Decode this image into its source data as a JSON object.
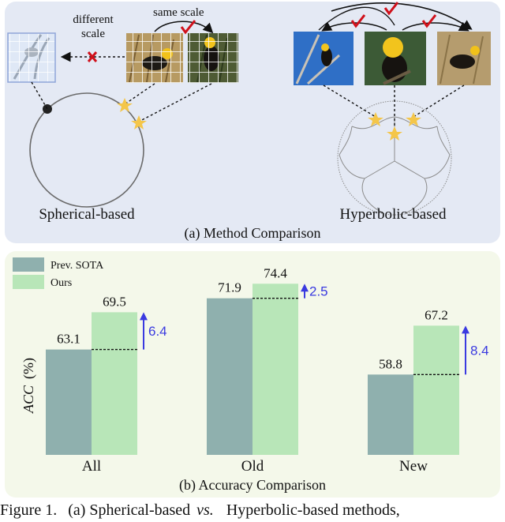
{
  "panel_a": {
    "caption": "(a) Method Comparison",
    "left_label": "Spherical-based",
    "right_label": "Hyperbolic-based",
    "annot_different_line1": "different",
    "annot_different_line2": "scale",
    "annot_same_scale": "same scale"
  },
  "panel_b": {
    "caption": "(b) Accuracy Comparison"
  },
  "figure_caption": {
    "prefix": "Figure 1.",
    "text_a": "(a) Spherical-based",
    "vs": "vs.",
    "text_b": "Hyperbolic-based methods,"
  },
  "colors": {
    "prev_sota": "#8fb0ae",
    "ours": "#b8e6b8",
    "arrow": "#3a3ae0",
    "check": "#d0101a",
    "star": "#f4c64a"
  },
  "chart_data": {
    "type": "bar",
    "categories": [
      "All",
      "Old",
      "New"
    ],
    "series": [
      {
        "name": "Prev. SOTA",
        "values": [
          63.1,
          71.9,
          58.8
        ]
      },
      {
        "name": "Ours",
        "values": [
          69.5,
          74.4,
          67.2
        ]
      }
    ],
    "improvement_labels": [
      "6.4",
      "2.5",
      "8.4"
    ],
    "ylabel": "ACC (%)",
    "ylabel_main": "ACC",
    "ylabel_unit": "(%)",
    "xlabel": "",
    "ylim": [
      45,
      80
    ],
    "legend_position": "top-left",
    "grid": false
  }
}
